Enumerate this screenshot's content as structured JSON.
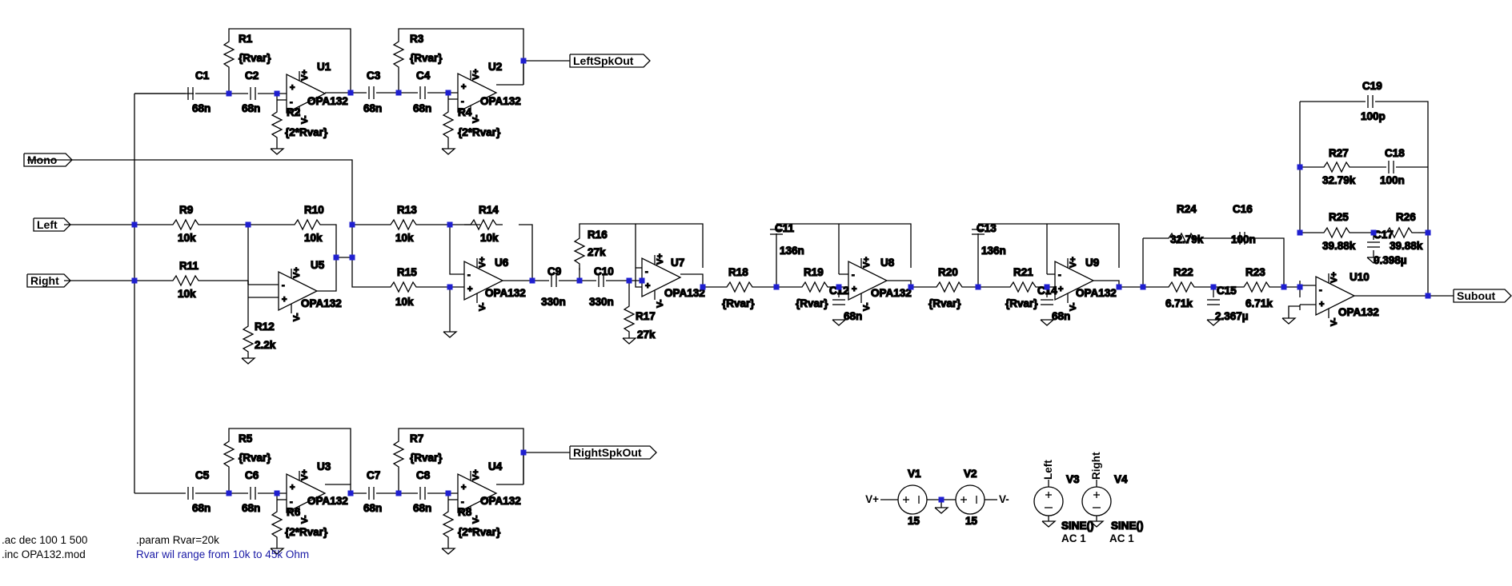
{
  "colors": {
    "wire": "#000000",
    "junction": "#1f1fd0",
    "comment": "#1a1aa6",
    "background": "#ffffff"
  },
  "nets": {
    "mono": "Mono",
    "left": "Left",
    "right": "Right",
    "left_spk_out": "LeftSpkOut",
    "right_spk_out": "RightSpkOut",
    "subout": "Subout"
  },
  "components": {
    "C1": {
      "name": "C1",
      "value": "68n"
    },
    "C2": {
      "name": "C2",
      "value": "68n"
    },
    "C3": {
      "name": "C3",
      "value": "68n"
    },
    "C4": {
      "name": "C4",
      "value": "68n"
    },
    "C5": {
      "name": "C5",
      "value": "68n"
    },
    "C6": {
      "name": "C6",
      "value": "68n"
    },
    "C7": {
      "name": "C7",
      "value": "68n"
    },
    "C8": {
      "name": "C8",
      "value": "68n"
    },
    "C9": {
      "name": "C9",
      "value": "330n"
    },
    "C10": {
      "name": "C10",
      "value": "330n"
    },
    "C11": {
      "name": "C11",
      "value": "136n"
    },
    "C12": {
      "name": "C12",
      "value": "68n"
    },
    "C13": {
      "name": "C13",
      "value": "136n"
    },
    "C14": {
      "name": "C14",
      "value": "68n"
    },
    "C15": {
      "name": "C15",
      "value": "2.367µ"
    },
    "C16": {
      "name": "C16",
      "value": "100n"
    },
    "C17": {
      "name": "C17",
      "value": "0.398µ"
    },
    "C18": {
      "name": "C18",
      "value": "100n"
    },
    "C19": {
      "name": "C19",
      "value": "100p"
    },
    "R1": {
      "name": "R1",
      "value": "{Rvar}"
    },
    "R2": {
      "name": "R2",
      "value": "{2*Rvar}"
    },
    "R3": {
      "name": "R3",
      "value": "{Rvar}"
    },
    "R4": {
      "name": "R4",
      "value": "{2*Rvar}"
    },
    "R5": {
      "name": "R5",
      "value": "{Rvar}"
    },
    "R6": {
      "name": "R6",
      "value": "{2*Rvar}"
    },
    "R7": {
      "name": "R7",
      "value": "{Rvar}"
    },
    "R8": {
      "name": "R8",
      "value": "{2*Rvar}"
    },
    "R9": {
      "name": "R9",
      "value": "10k"
    },
    "R10": {
      "name": "R10",
      "value": "10k"
    },
    "R11": {
      "name": "R11",
      "value": "10k"
    },
    "R12": {
      "name": "R12",
      "value": "2.2k"
    },
    "R13": {
      "name": "R13",
      "value": "10k"
    },
    "R14": {
      "name": "R14",
      "value": "10k"
    },
    "R15": {
      "name": "R15",
      "value": "10k"
    },
    "R16": {
      "name": "R16",
      "value": "27k"
    },
    "R17": {
      "name": "R17",
      "value": "27k"
    },
    "R18": {
      "name": "R18",
      "value": "{Rvar}"
    },
    "R19": {
      "name": "R19",
      "value": "{Rvar}"
    },
    "R20": {
      "name": "R20",
      "value": "{Rvar}"
    },
    "R21": {
      "name": "R21",
      "value": "{Rvar}"
    },
    "R22": {
      "name": "R22",
      "value": "6.71k"
    },
    "R23": {
      "name": "R23",
      "value": "6.71k"
    },
    "R24": {
      "name": "R24",
      "value": "32.79k"
    },
    "R25": {
      "name": "R25",
      "value": "39.88k"
    },
    "R26": {
      "name": "R26",
      "value": "39.88k"
    },
    "R27": {
      "name": "R27",
      "value": "32.79k"
    },
    "U1": {
      "name": "U1",
      "value": "OPA132"
    },
    "U2": {
      "name": "U2",
      "value": "OPA132"
    },
    "U3": {
      "name": "U3",
      "value": "OPA132"
    },
    "U4": {
      "name": "U4",
      "value": "OPA132"
    },
    "U5": {
      "name": "U5",
      "value": "OPA132"
    },
    "U6": {
      "name": "U6",
      "value": "OPA132"
    },
    "U7": {
      "name": "U7",
      "value": "OPA132"
    },
    "U8": {
      "name": "U8",
      "value": "OPA132"
    },
    "U9": {
      "name": "U9",
      "value": "OPA132"
    },
    "U10": {
      "name": "U10",
      "value": "OPA132"
    },
    "V1": {
      "name": "V1",
      "value": "15"
    },
    "V2": {
      "name": "V2",
      "value": "15"
    },
    "V3": {
      "name": "V3",
      "value": "SINE()",
      "ac": "AC 1",
      "net": "Left"
    },
    "V4": {
      "name": "V4",
      "value": "SINE()",
      "ac": "AC 1",
      "net": "Right"
    }
  },
  "pins": {
    "vplus": "V+",
    "vminus": "V-",
    "vplus_short": "V+",
    "vminus_short": "V-",
    "in_plus": "+",
    "in_minus": "-"
  },
  "supply_labels": {
    "vplus": "V+",
    "vminus": "V-"
  },
  "directives": {
    "ac": ".ac dec 100 1 500",
    "inc": ".inc OPA132.mod",
    "param": ".param Rvar=20k"
  },
  "comment": "Rvar wil range from 10k to 45k Ohm"
}
